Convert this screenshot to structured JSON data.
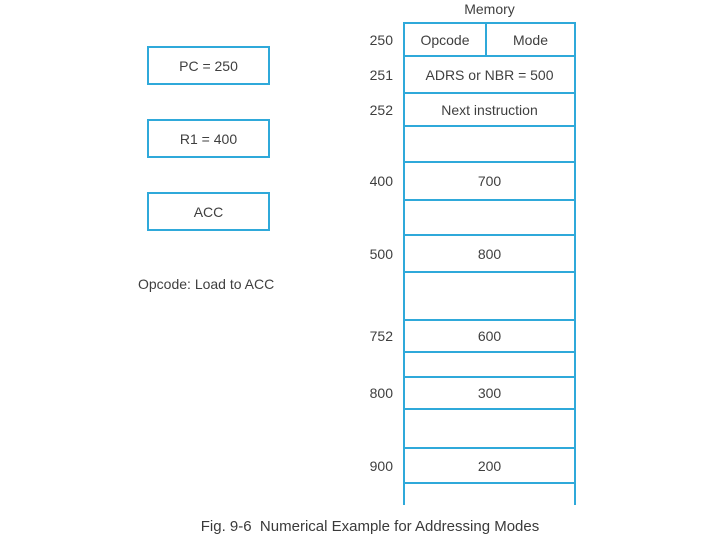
{
  "colors": {
    "line": "#2fa9da",
    "text": "#3f3f3f",
    "background": "#ffffff"
  },
  "registers": [
    {
      "id": "PC",
      "label": "PC = 250"
    },
    {
      "id": "R1",
      "label": "R1 = 400"
    },
    {
      "id": "ACC",
      "label": "ACC"
    }
  ],
  "opcode_note": "Opcode: Load to ACC",
  "memory": {
    "title": "Memory",
    "rows": [
      {
        "address": "250",
        "cells": [
          "Opcode",
          "Mode"
        ]
      },
      {
        "address": "251",
        "value": "ADRS or NBR = 500"
      },
      {
        "address": "252",
        "value": "Next instruction"
      },
      {
        "address": "",
        "value": ""
      },
      {
        "address": "400",
        "value": "700"
      },
      {
        "address": "",
        "value": ""
      },
      {
        "address": "500",
        "value": "800"
      },
      {
        "address": "",
        "value": ""
      },
      {
        "address": "752",
        "value": "600"
      },
      {
        "address": "",
        "value": ""
      },
      {
        "address": "800",
        "value": "300"
      },
      {
        "address": "",
        "value": ""
      },
      {
        "address": "900",
        "value": "200"
      },
      {
        "address": "",
        "value": ""
      }
    ]
  },
  "caption": "Fig. 9-6  Numerical Example for Addressing Modes"
}
